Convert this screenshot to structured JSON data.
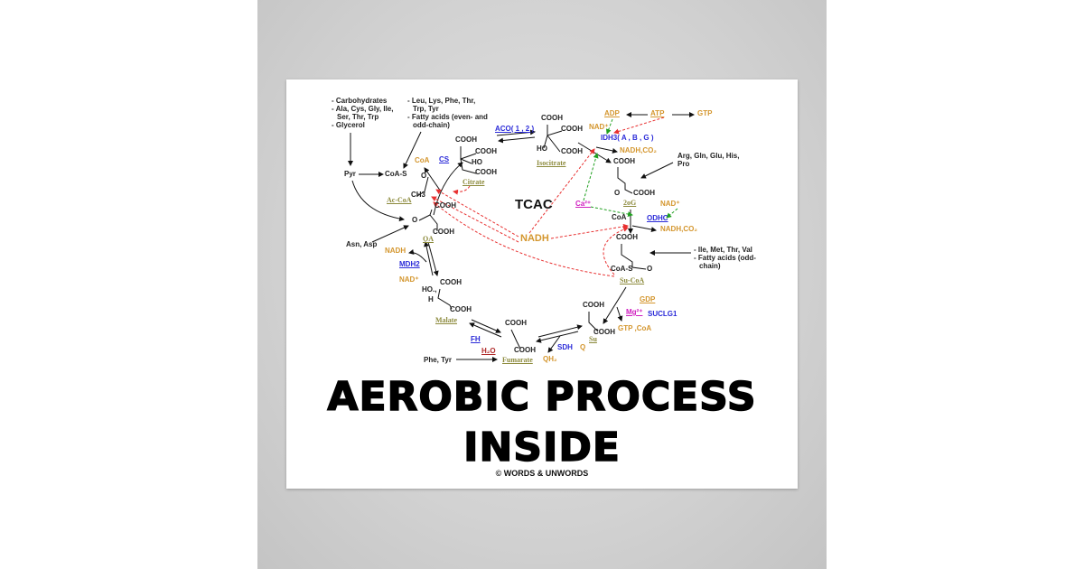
{
  "poster": {
    "title_line1": "AEROBIC PROCESS",
    "title_line2": "INSIDE",
    "copyright": "© WORDS & UNWORDS",
    "colors": {
      "cofactor": "#d4962e",
      "enzyme": "#2a2ad8",
      "metabolite": "#8c8a3c",
      "ion": "#d020c0",
      "regulation_red": "#e83030",
      "regulation_green": "#20a020"
    }
  },
  "diagram": {
    "center_label": "TCAC",
    "inputs": {
      "pyr_sources": [
        "- Carbohydrates",
        "- Ala, Cys, Gly, Ile,",
        "Ser, Thr, Trp",
        "- Glycerol"
      ],
      "acoa_sources": [
        "- Leu, Lys,  Phe, Thr,",
        "Trp, Tyr",
        "- Fatty acids (even- and",
        "odd-chain)"
      ],
      "oa_sources": "Asn, Asp",
      "aKG_sources": [
        "Arg, Gln, Glu, His,",
        "Pro"
      ],
      "sucoa_sources": [
        "- Ile, Met, Thr, Val",
        "- Fatty acids (odd-",
        "chain)"
      ],
      "fumarate_sources": "Phe, Tyr"
    },
    "metabolites": {
      "pyr": "Pyr",
      "coa_s": "CoA-S",
      "acoa": "Ac-CoA",
      "ch3": "CH3",
      "citrate": "Citrate",
      "isocitrate": "Isocitrate",
      "oxoglutarate": "2oG",
      "succinyl_coa": "Su-CoA",
      "succinate": "Su",
      "fumarate": "Fumarate",
      "malate": "Malate",
      "oxaloacetate": "OA"
    },
    "enzymes": {
      "cs": "CS",
      "aco": "ACO( 1 , 2 )",
      "idh3": "IDH3( A , B , G )",
      "odhc": "ODHC",
      "suclg1": "SUCLG1",
      "sdh": "SDH",
      "fh": "FH",
      "mdh2": "MDH2"
    },
    "cofactors": {
      "coa": "CoA",
      "nad_plus": "NAD⁺",
      "nadh": "NADH",
      "nadh_co2": "NADH,CO₂",
      "adp": "ADP",
      "atp": "ATP",
      "gtp": "GTP",
      "gdp": "GDP",
      "gtp_coa": "GTP ,CoA",
      "q": "Q",
      "qh2": "QH₂",
      "h2o": "H₂O",
      "ca": "Ca²⁺",
      "mg": "Mg²⁺"
    },
    "groups": {
      "cooh": "COOH",
      "ho": "HO",
      "ho_wedge": "HO.,",
      "h": "H",
      "o": "O"
    }
  }
}
